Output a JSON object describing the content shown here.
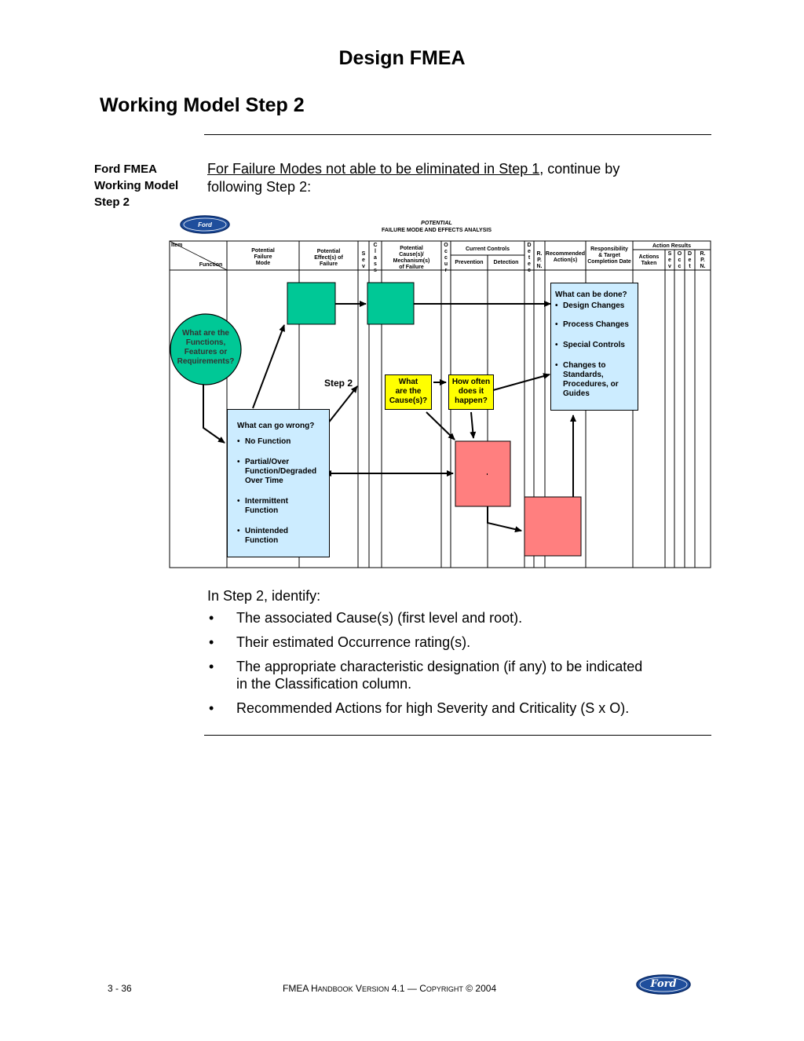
{
  "header": {
    "doc_title": "Design FMEA",
    "section_title": "Working Model Step 2"
  },
  "sidebar": {
    "line1": "Ford FMEA",
    "line2": "Working Model",
    "line3": "Step 2"
  },
  "intro": {
    "underlined": "For Failure Modes not able to be eliminated in Step 1",
    "rest_line1": ", continue by",
    "line2": "following Step 2:"
  },
  "form": {
    "logo_text": "Ford",
    "title_line1": "POTENTIAL",
    "title_line2": "FAILURE MODE AND EFFECTS ANALYSIS",
    "columns": {
      "item": "Item",
      "function": "Function",
      "failure_mode": [
        "Potential",
        "Failure",
        "Mode"
      ],
      "effects": [
        "Potential",
        "Effect(s) of",
        "Failure"
      ],
      "sev": [
        "S",
        "e",
        "v"
      ],
      "class": [
        "C",
        "l",
        "a",
        "s",
        "s"
      ],
      "causes": [
        "Potential",
        "Cause(s)/",
        "Mechanism(s)",
        "of Failure"
      ],
      "occur": [
        "O",
        "c",
        "c",
        "u",
        "r"
      ],
      "current_controls": "Current Controls",
      "prevention": "Prevention",
      "detection": "Detection",
      "detec": [
        "D",
        "e",
        "t",
        "e",
        "c"
      ],
      "rpn": [
        "R.",
        "P.",
        "N."
      ],
      "recommended": [
        "Recommended",
        "Action(s)"
      ],
      "responsibility": [
        "Responsibility",
        "& Target",
        "Completion Date"
      ],
      "action_results": "Action Results",
      "actions_taken": [
        "Actions",
        "Taken"
      ],
      "res_sev": [
        "S",
        "e",
        "v"
      ],
      "res_occ": [
        "O",
        "c",
        "c"
      ],
      "res_det": [
        "D",
        "e",
        "t"
      ],
      "res_rpn": [
        "R.",
        "P.",
        "N."
      ]
    },
    "circle": [
      "What are the",
      "Functions,",
      "Features or",
      "Requirements?"
    ],
    "step_label": "Step 2",
    "cause_box": [
      "What",
      "are the",
      "Cause(s)?"
    ],
    "occur_box": [
      "How often",
      "does it",
      "happen?"
    ],
    "wrong_box": {
      "title": "What can go wrong?",
      "items": [
        [
          "No Function"
        ],
        [
          "Partial/Over",
          "Function/Degraded",
          "Over Time"
        ],
        [
          "Intermittent",
          "Function"
        ],
        [
          "Unintended",
          "Function"
        ]
      ]
    },
    "done_box": {
      "title": "What can be done?",
      "items": [
        [
          "Design Changes"
        ],
        [
          "Process Changes"
        ],
        [
          "Special Controls"
        ],
        [
          "Changes to",
          "Standards,",
          "Procedures, or",
          "Guides"
        ]
      ]
    },
    "colors": {
      "green": "#00C896",
      "yellow": "#FFFF00",
      "pink": "#FF7F7F",
      "light_blue": "#CCECFF"
    }
  },
  "step2": {
    "intro": "In Step 2, identify:",
    "bullets": [
      "The associated Cause(s) (first level and root).",
      "Their estimated Occurrence rating(s).",
      "The appropriate characteristic designation (if any) to be indicated in the Classification column.",
      "Recommended Actions for high Severity and Criticality (S x O)."
    ],
    "bullet_lines": [
      [
        "The associated Cause(s) (first level and root)."
      ],
      [
        "Their estimated Occurrence rating(s)."
      ],
      [
        "The appropriate characteristic designation (if any) to be indicated",
        "in the Classification column."
      ],
      [
        "Recommended Actions for high Severity and Criticality (S x O)."
      ]
    ]
  },
  "footer": {
    "page": "3 - 36",
    "handbook_prefix": "FMEA H",
    "handbook_sc1": "ANDBOOK",
    "version_prefix": " V",
    "version_sc": "ERSION",
    "version_num": " 4.1 — C",
    "copyright_sc": "OPYRIGHT",
    "year": " © 2004",
    "logo_text": "Ford"
  }
}
